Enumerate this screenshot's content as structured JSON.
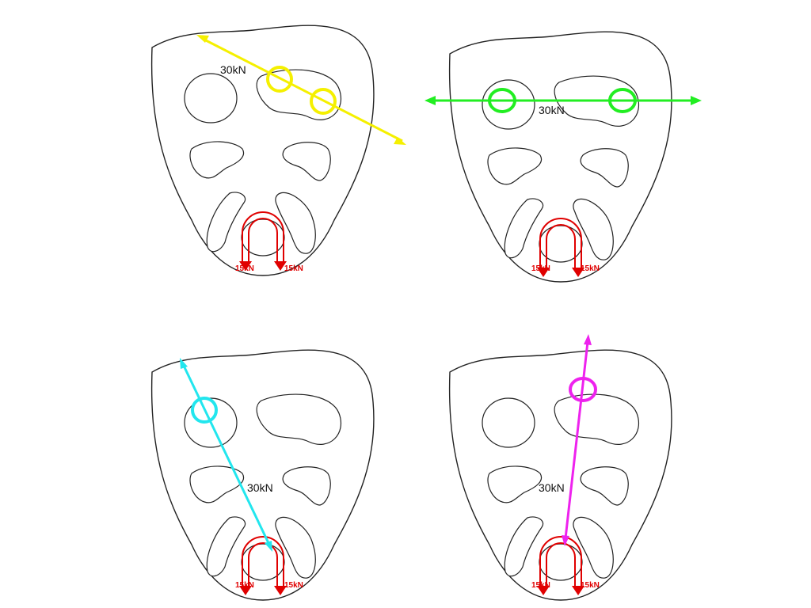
{
  "colors": {
    "background": "#ffffff",
    "outline": "#222222",
    "load": "#e00000",
    "yellow": "#f5f000",
    "green": "#22ee22",
    "cyan": "#22e6ee",
    "magenta": "#ee22ee"
  },
  "panels": [
    {
      "id": "top-left",
      "load_label": "30kN",
      "left_load": "15kN",
      "right_load": "15kN",
      "force_color": "yellow"
    },
    {
      "id": "top-right",
      "load_label": "30kN",
      "left_load": "15kN",
      "right_load": "15kN",
      "force_color": "green"
    },
    {
      "id": "bottom-left",
      "load_label": "30kN",
      "left_load": "15kN",
      "right_load": "15kN",
      "force_color": "cyan"
    },
    {
      "id": "bottom-right",
      "load_label": "30kN",
      "left_load": "15kN",
      "right_load": "15kN",
      "force_color": "magenta"
    }
  ]
}
